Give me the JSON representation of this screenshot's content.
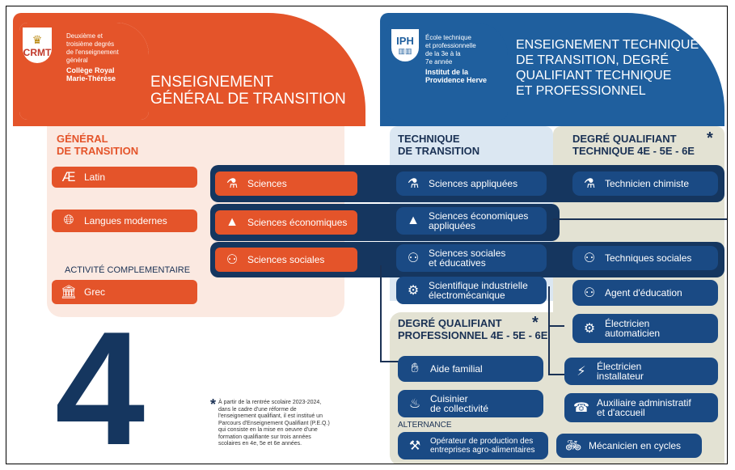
{
  "header_left": {
    "logo": "CRMT",
    "desc_lines": [
      "Deuxième et",
      "troisième degrés",
      "de l'enseignement",
      "général"
    ],
    "school_name_lines": [
      "Collège Royal",
      "Marie-Thérèse"
    ],
    "title_lines": [
      "ENSEIGNEMENT",
      "GÉNÉRAL DE TRANSITION"
    ]
  },
  "header_right": {
    "logo": "IPH",
    "desc_lines": [
      "École technique",
      "et professionnelle",
      "de la 3e à la",
      "7e année"
    ],
    "school_name_lines": [
      "Institut de la",
      "Providence Herve"
    ],
    "title_lines": [
      "ENSEIGNEMENT TECHNIQUE",
      "DE TRANSITION, DEGRÉ",
      "QUALIFIANT TECHNIQUE",
      "ET PROFESSIONNEL"
    ]
  },
  "general": {
    "title_lines": [
      "GÉNÉRAL",
      "DE TRANSITION"
    ],
    "items": [
      {
        "label": "Latin",
        "icon": "Æ"
      },
      {
        "label": "Langues modernes",
        "icon": "globe-icon"
      },
      {
        "label": "Sciences",
        "icon": "microscope-icon"
      },
      {
        "label": "Sciences économiques",
        "icon": "economy-icon"
      },
      {
        "label": "Sciences sociales",
        "icon": "people-icon"
      }
    ],
    "activity_title": "ACTIVITÉ COMPLEMENTAIRE",
    "activity_item": "Grec"
  },
  "technique_transition": {
    "title_lines": [
      "TECHNIQUE",
      "DE TRANSITION"
    ],
    "items": [
      {
        "label": "Sciences  appliquées"
      },
      {
        "label_lines": [
          "Sciences économiques",
          "appliquées"
        ]
      },
      {
        "label_lines": [
          "Sciences sociales",
          "et éducatives"
        ]
      },
      {
        "label_lines": [
          "Scientifique industrielle",
          "électromécanique"
        ]
      }
    ]
  },
  "dq_technique": {
    "title_lines": [
      "DEGRÉ QUALIFIANT",
      "TECHNIQUE 4e - 5e - 6e"
    ],
    "star": "*",
    "items": [
      {
        "label": "Technicien chimiste"
      },
      {
        "label": "Techniques sociales"
      },
      {
        "label": "Agent d'éducation"
      },
      {
        "label_lines": [
          "Électricien",
          "automaticien"
        ]
      }
    ]
  },
  "dq_professionnel": {
    "title_lines": [
      "DEGRÉ QUALIFIANT",
      "PROFESSIONNEL 4e - 5e - 6e"
    ],
    "star": "*",
    "items": [
      {
        "label": "Aide familial"
      },
      {
        "label_lines": [
          "Électricien",
          "installateur"
        ]
      },
      {
        "label_lines": [
          "Cuisinier",
          "de collectivité"
        ]
      },
      {
        "label_lines": [
          "Auxiliaire administratif",
          "et d'accueil"
        ]
      }
    ],
    "alternance_title": "ALTERNANCE",
    "alternance_items": [
      {
        "label_lines": [
          "Opérateur de production des",
          "entreprises agro-alimentaires"
        ]
      },
      {
        "label": "Mécanicien en cycles"
      }
    ]
  },
  "big_number": "4",
  "footnote": {
    "star": "*",
    "lines": [
      "À partir de la rentrée scolaire 2023-2024,",
      "dans le cadre d'une réforme de",
      "l'enseignement qualifiant, il est institué un",
      "Parcours d'Enseignement Qualifiant (P.E.Q.)",
      "qui consiste en la mise en oeuvre d'une",
      "formation qualifiante sur trois années",
      "scolaires en 4e, 5e et 6e années."
    ]
  },
  "colors": {
    "orange": "#e4542a",
    "blue": "#1f5f9e",
    "navy": "#1a3154",
    "pill_blue": "#1a4a84"
  }
}
